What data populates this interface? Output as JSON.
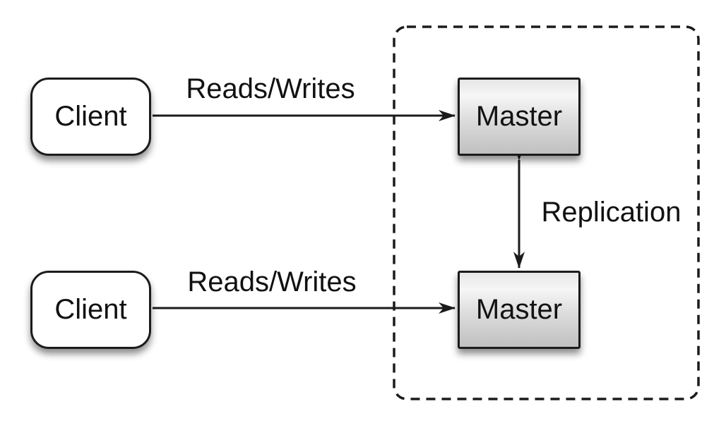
{
  "diagram": {
    "type": "architecture-diagram",
    "topic": "master-master-replication",
    "nodes": {
      "client1": {
        "label": "Client"
      },
      "client2": {
        "label": "Client"
      },
      "master1": {
        "label": "Master"
      },
      "master2": {
        "label": "Master"
      }
    },
    "edges": {
      "reads_writes_top": {
        "label": "Reads/Writes",
        "from": "client1",
        "to": "master1",
        "direction": "right"
      },
      "reads_writes_bottom": {
        "label": "Reads/Writes",
        "from": "client2",
        "to": "master2",
        "direction": "right"
      },
      "replication": {
        "label": "Replication",
        "from": "master1",
        "to": "master2",
        "direction": "both"
      }
    },
    "boundary": {
      "style": "dashed-rounded-rect",
      "contains": [
        "master1",
        "master2"
      ]
    },
    "colors": {
      "background": "#ffffff",
      "stroke": "#1b1b1b",
      "text": "#111111",
      "client_fill": "#ffffff",
      "master_fill_top": "#f6f6f6",
      "master_fill_bottom": "#c0c0c0"
    }
  }
}
